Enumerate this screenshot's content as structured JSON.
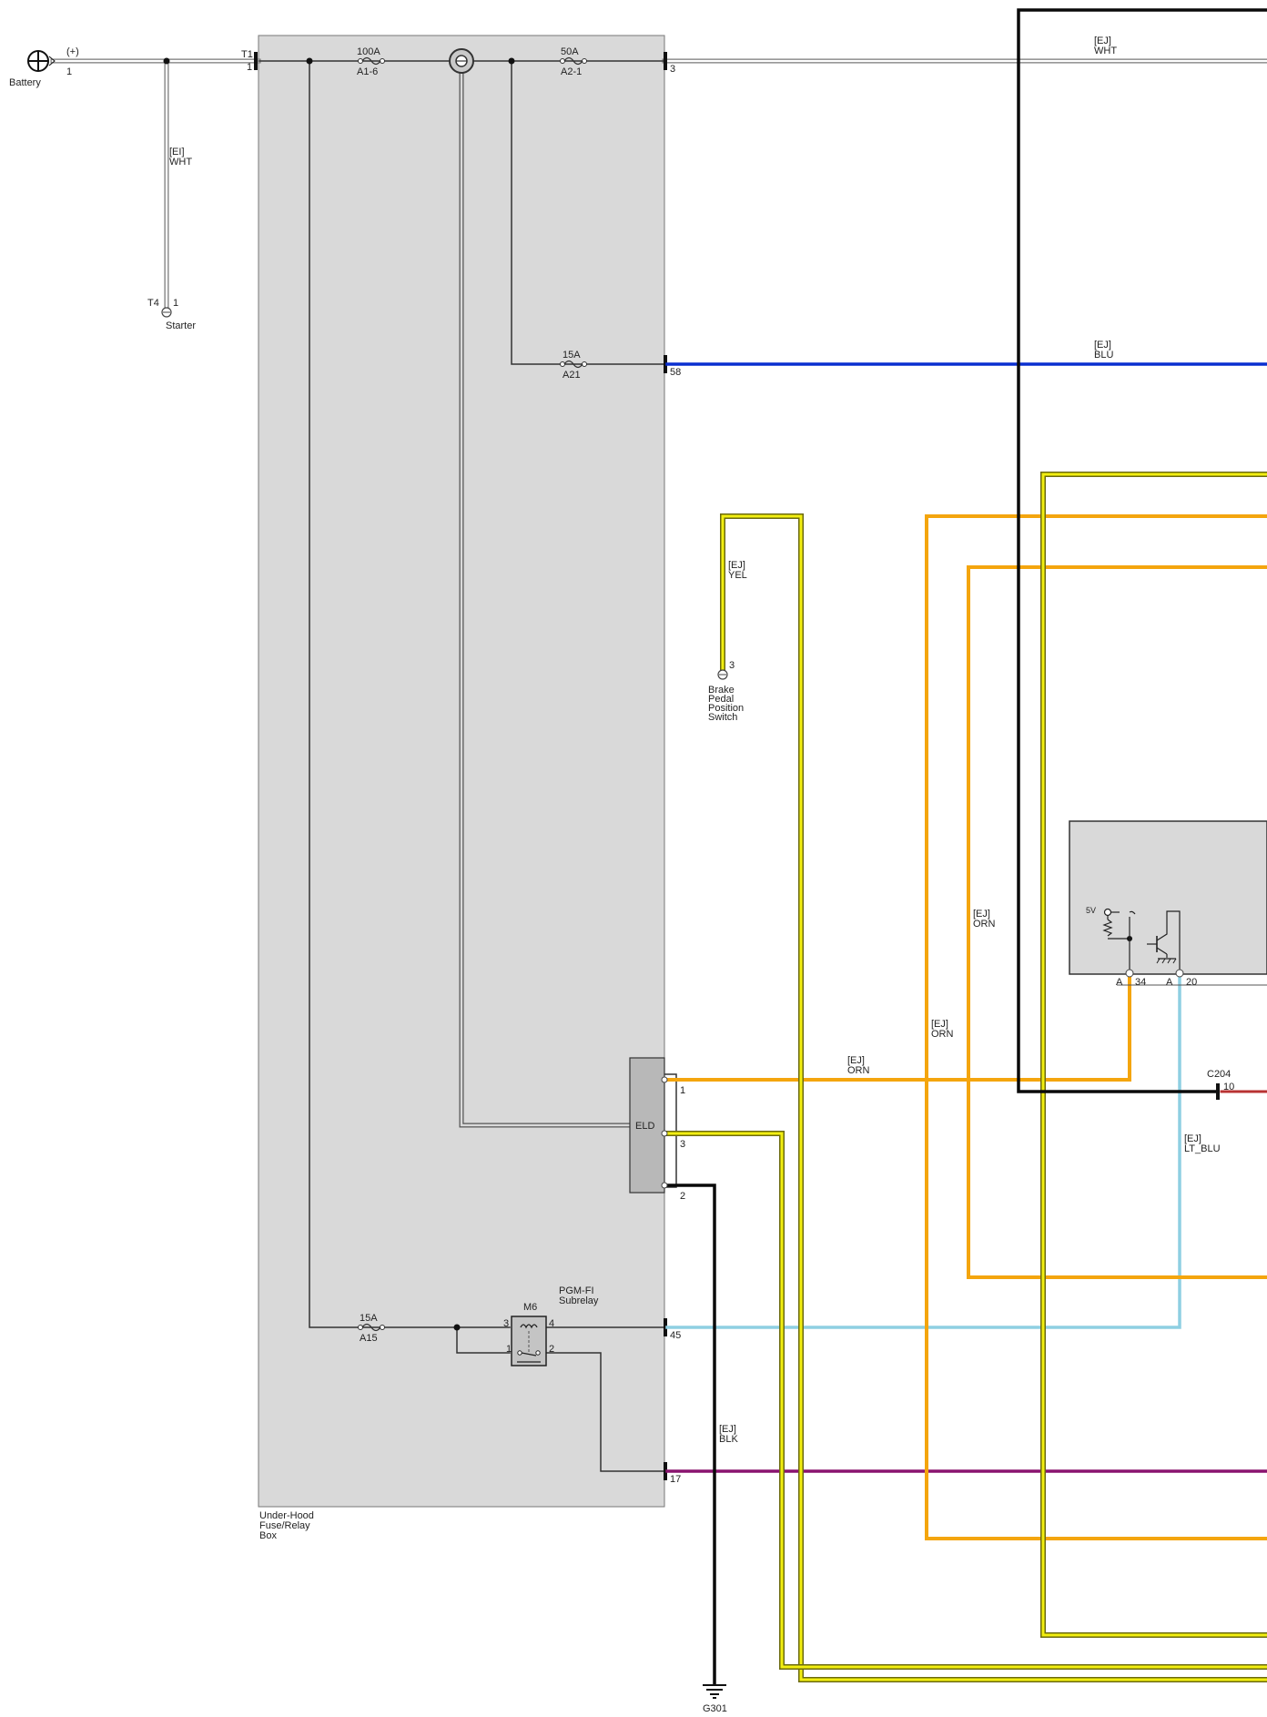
{
  "colors": {
    "WHT": "#ffffff",
    "BLU": "#0a2fd0",
    "YEL": "#f2ee10",
    "ORN": "#f4a50e",
    "LT_BLU": "#8ecfe2",
    "BLK": "#0a0a0a",
    "PUR": "#8a136f",
    "RED": "#b83232",
    "box_fill": "#d9d9d9",
    "eld_fill": "#b8b8b8"
  },
  "components": {
    "battery": {
      "name": "Battery",
      "polarity": "(+)",
      "pin": "1"
    },
    "starter": {
      "name": "Starter",
      "connector": "T4",
      "pin": "1"
    },
    "fuse_box": {
      "name_lines": [
        "Under-Hood",
        "Fuse/Relay",
        "Box"
      ],
      "input_connector": "T1",
      "input_pin": "1"
    },
    "brake_switch": {
      "name_lines": [
        "Brake",
        "Pedal",
        "Position",
        "Switch"
      ],
      "pin": "3"
    },
    "eld": {
      "name": "ELD",
      "pins": [
        "1",
        "3",
        "2"
      ]
    },
    "relay": {
      "name_lines": [
        "PGM-FI",
        "Subrelay"
      ],
      "ref": "M6",
      "pins": [
        "3",
        "4",
        "1",
        "2"
      ]
    },
    "ground": {
      "name": "G301"
    },
    "module": {
      "supply": "5V",
      "pins": [
        {
          "conn": "A",
          "num": "34"
        },
        {
          "conn": "A",
          "num": "20"
        }
      ]
    },
    "c204": {
      "name": "C204",
      "pin": "10"
    }
  },
  "fuses": [
    {
      "rating": "100A",
      "id": "A1-6"
    },
    {
      "rating": "50A",
      "id": "A2-1"
    },
    {
      "rating": "15A",
      "id": "A21"
    },
    {
      "rating": "15A",
      "id": "A15"
    }
  ],
  "box_pins": [
    "3",
    "58",
    "45",
    "17"
  ],
  "wire_labels": [
    {
      "harness": "[EI]",
      "color": "WHT"
    },
    {
      "harness": "[EJ]",
      "color": "WHT"
    },
    {
      "harness": "[EJ]",
      "color": "BLU"
    },
    {
      "harness": "[EJ]",
      "color": "YEL"
    },
    {
      "harness": "[EJ]",
      "color": "ORN"
    },
    {
      "harness": "[EJ]",
      "color": "ORN"
    },
    {
      "harness": "[EJ]",
      "color": "ORN"
    },
    {
      "harness": "[EJ]",
      "color": "LT_BLU"
    },
    {
      "harness": "[EJ]",
      "color": "BLK"
    }
  ]
}
